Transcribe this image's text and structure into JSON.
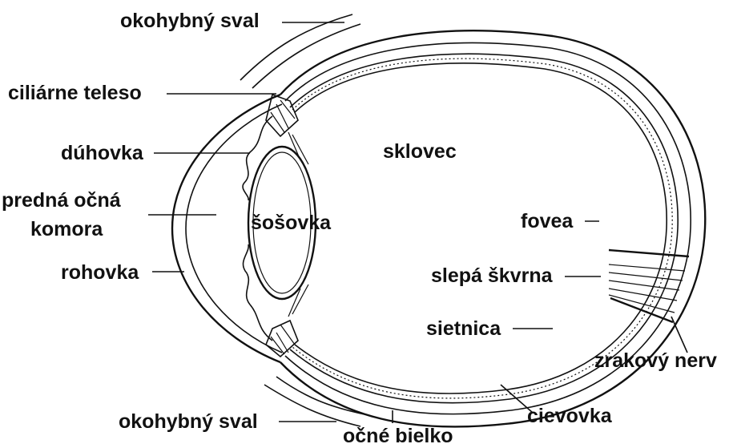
{
  "labels": {
    "okohybny_sval_top": "okohybný sval",
    "ciliarne_teleso": "ciliárne teleso",
    "duhovka": "dúhovka",
    "predna_ocna_line1": "predná očná",
    "predna_ocna_line2": "komora",
    "rohovka": "rohovka",
    "sklovec": "sklovec",
    "sosovka": "šošovka",
    "fovea": "fovea",
    "slepa_skvrna": "slepá škvrna",
    "sietnica": "sietnica",
    "zrakovy_nerv": "zrakový nerv",
    "cievovka": "cievovka",
    "okohybny_sval_bottom": "okohybný sval",
    "ocne_bielko": "očné bielko"
  }
}
